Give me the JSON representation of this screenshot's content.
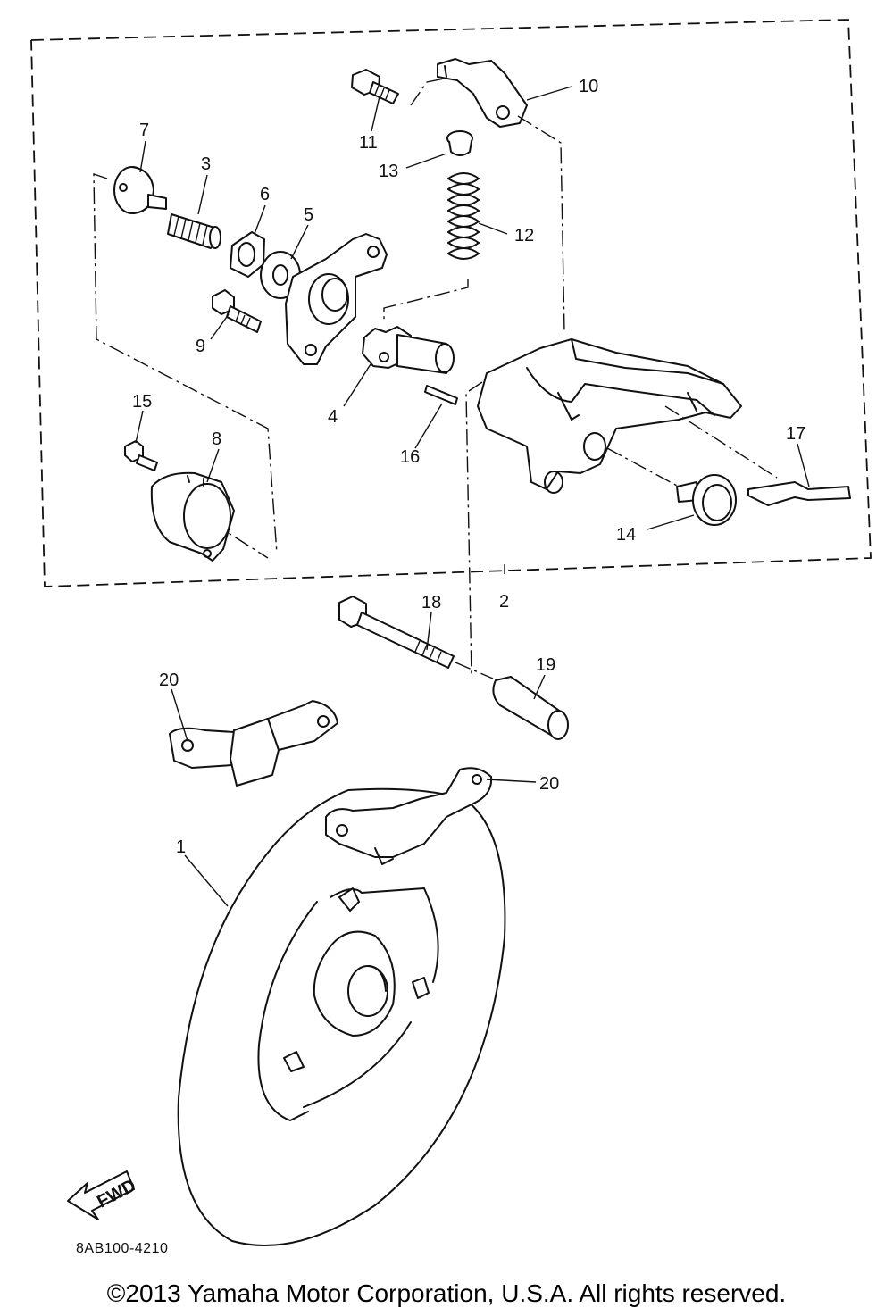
{
  "diagram": {
    "code": "8AB100-4210",
    "copyright": "©2013 Yamaha Motor Corporation, U.S.A. All rights reserved.",
    "fwd_arrow": "FWD",
    "callouts": {
      "c1": "1",
      "c2": "2",
      "c3": "3",
      "c4": "4",
      "c5": "5",
      "c6": "6",
      "c7": "7",
      "c8": "8",
      "c9": "9",
      "c10": "10",
      "c11": "11",
      "c12": "12",
      "c13": "13",
      "c14": "14",
      "c15": "15",
      "c16": "16",
      "c17": "17",
      "c18": "18",
      "c19": "19",
      "c20a": "20",
      "c20b": "20"
    }
  }
}
